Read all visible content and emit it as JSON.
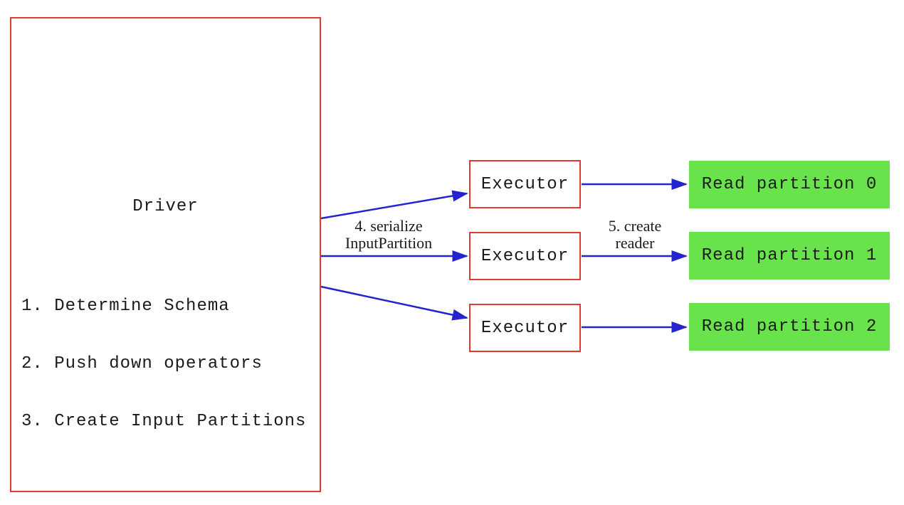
{
  "diagram": {
    "driver": {
      "title": "Driver",
      "steps": [
        "1. Determine Schema",
        "2. Push down operators",
        "3. Create Input Partitions"
      ]
    },
    "executors": [
      {
        "label": "Executor"
      },
      {
        "label": "Executor"
      },
      {
        "label": "Executor"
      }
    ],
    "partitions": [
      {
        "label": "Read partition 0"
      },
      {
        "label": "Read partition 1"
      },
      {
        "label": "Read partition 2"
      }
    ],
    "arrow_labels": {
      "serialize_line1": "4. serialize",
      "serialize_line2": "InputPartition",
      "reader_line1": "5. create",
      "reader_line2": "reader"
    },
    "colors": {
      "box_border_red": "#e23a2e",
      "arrow_blue": "#2323cf",
      "partition_green": "#68e34c",
      "text_black": "#1a1a1a"
    }
  }
}
